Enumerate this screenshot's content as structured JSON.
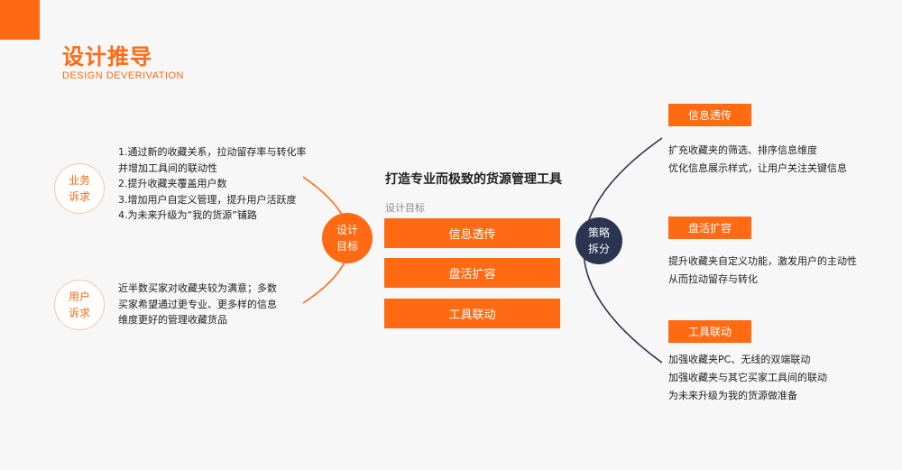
{
  "header": {
    "title": "设计推导",
    "subtitle": "DESIGN   DEVERIVATION"
  },
  "left": {
    "business": {
      "label_line1": "业务",
      "label_line2": "诉求",
      "text": "1.通过新的收藏关系，拉动留存率与转化率\n并增加工具间的联动性\n2.提升收藏夹覆盖用户数\n3.增加用户自定义管理，提升用户活跃度\n4.为未来升级为“我的货源”铺路"
    },
    "user": {
      "label_line1": "用户",
      "label_line2": "诉求",
      "text": "近半数买家对收藏夹较为满意；多数\n买家希望通过更专业、更多样的信息\n维度更好的管理收藏货品"
    }
  },
  "center": {
    "goal_circle_line1": "设计",
    "goal_circle_line2": "目标",
    "headline": "打造专业而极致的货源管理工具",
    "goal_label": "设计目标",
    "buttons": [
      "信息透传",
      "盘活扩容",
      "工具联动"
    ]
  },
  "strategy": {
    "circle_line1": "策略",
    "circle_line2": "拆分"
  },
  "right": [
    {
      "tag": "信息透传",
      "text": "扩充收藏夹的筛选、排序信息维度\n优化信息展示样式，让用户关注关键信息"
    },
    {
      "tag": "盘活扩容",
      "text": "提升收藏夹自定义功能，激发用户的主动性\n从而拉动留存与转化"
    },
    {
      "tag": "工具联动",
      "text": "加强收藏夹PC、无线的双端联动\n加强收藏夹与其它买家工具间的联动\n为未来升级为我的货源做准备"
    }
  ],
  "colors": {
    "accent": "#ff6a13",
    "navy": "#2b3450",
    "background": "#f7f7f7"
  }
}
